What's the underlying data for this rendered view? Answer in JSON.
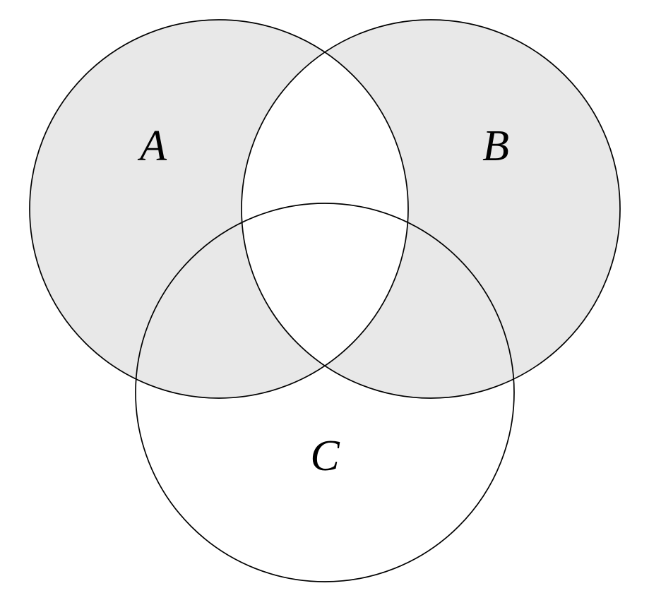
{
  "figure": {
    "type": "venn-diagram",
    "set_labels": {
      "a": "A",
      "b": "B",
      "c": "C"
    },
    "shaded_regions": [
      "A only",
      "B only",
      "A and C only",
      "B and C only"
    ],
    "unshaded_regions": [
      "A and B only",
      "A and B and C",
      "C only",
      "outside"
    ],
    "shading_expression": "(A ∪ B) − (A ∩ B)",
    "colors": {
      "shade": "#e8e8e8",
      "stroke": "#000000",
      "background": "#ffffff"
    }
  }
}
